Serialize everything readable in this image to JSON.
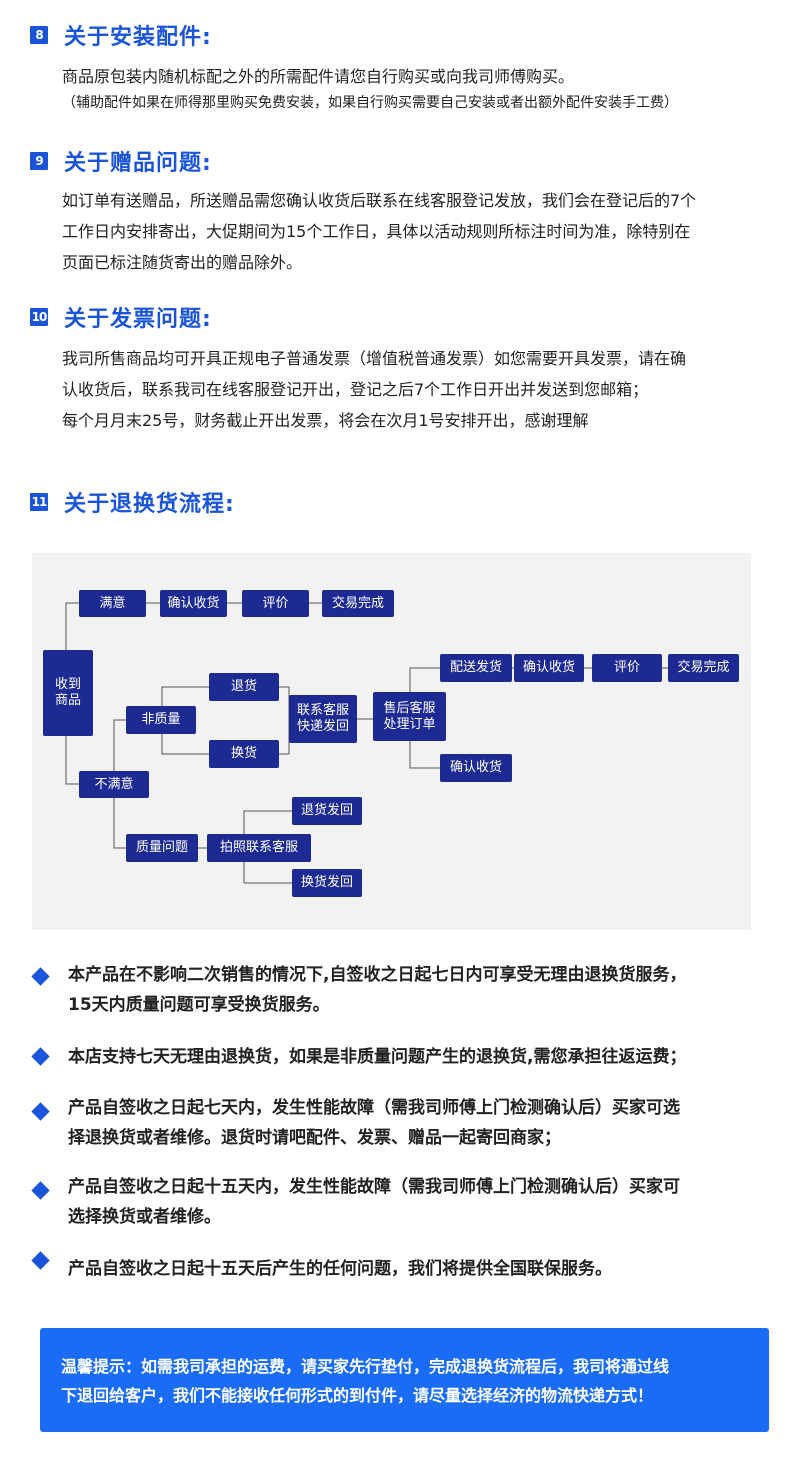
{
  "sections": [
    {
      "num": "8",
      "title": "关于安装配件:",
      "lines": [
        "商品原包装内随机标配之外的所需配件请您自行购买或向我司师傅购买。"
      ],
      "note": "（辅助配件如果在师得那里购买免费安装，如果自行购买需要自己安装或者出额外配件安装手工费）"
    },
    {
      "num": "9",
      "title": "关于赠品问题:",
      "lines": [
        "如订单有送赠品，所送赠品需您确认收货后联系在线客服登记发放，我们会在登记后的7个",
        "工作日内安排寄出，大促期间为15个工作日，具体以活动规则所标注时间为准，除特别在",
        "页面已标注随货寄出的赠品除外。"
      ]
    },
    {
      "num": "10",
      "title": "关于发票问题:",
      "lines": [
        "我司所售商品均可开具正规电子普通发票（增值税普通发票）如您需要开具发票，请在确",
        "认收货后，联系我司在线客服登记开出，登记之后7个工作日开出并发送到您邮箱；",
        "每个月月末25号，财务截止开出发票，将会在次月1号安排开出，感谢理解"
      ]
    },
    {
      "num": "11",
      "title": "关于退换货流程:"
    }
  ],
  "flow": {
    "receive": "收到\n商品",
    "satisfied": "满意",
    "confirm1": "确认收货",
    "review1": "评价",
    "done1": "交易完成",
    "unsatisfied": "不满意",
    "nonquality": "非质量",
    "return": "退货",
    "exchange": "换货",
    "contact_cs": "联系客服\n快递发回",
    "aftersale": "售后客服\n处理订单",
    "ship": "配送发货",
    "confirm2": "确认收货",
    "review2": "评价",
    "done2": "交易完成",
    "confirm3": "确认收货",
    "quality": "质量问题",
    "photo_cs": "拍照联系客服",
    "return_back": "退货发回",
    "exchange_back": "换货发回"
  },
  "bullets": [
    {
      "lines": [
        "本产品在不影响二次销售的情况下,自签收之日起七日内可享受无理由退换货服务，",
        "15天内质量问题可享受换货服务。"
      ]
    },
    {
      "lines": [
        "本店支持七天无理由退换货，如果是非质量问题产生的退换货,需您承担往返运费；"
      ]
    },
    {
      "lines": [
        "产品自签收之日起七天内，发生性能故障（需我司师傅上门检测确认后）买家可选",
        "择退换货或者维修。退货时请吧配件、发票、赠品一起寄回商家；"
      ]
    },
    {
      "lines": [
        "产品自签收之日起十五天内，发生性能故障（需我司师傅上门检测确认后）买家可",
        "选择换货或者维修。"
      ]
    },
    {
      "lines": [
        "产品自签收之日起十五天后产生的任何问题，我们将提供全国联保服务。"
      ]
    }
  ],
  "tip": {
    "lines": [
      "温馨提示：如需我司承担的运费，请买家先行垫付，完成退换货流程后，我司将通过线",
      "下退回给客户，我们不能接收任何形式的到付件，请尽量选择经济的物流快递方式！"
    ]
  },
  "colors": {
    "accent": "#1a55d9",
    "node": "#1e2a93",
    "tip_bg": "#1a6cf5",
    "flow_bg": "#f2f2f2"
  }
}
